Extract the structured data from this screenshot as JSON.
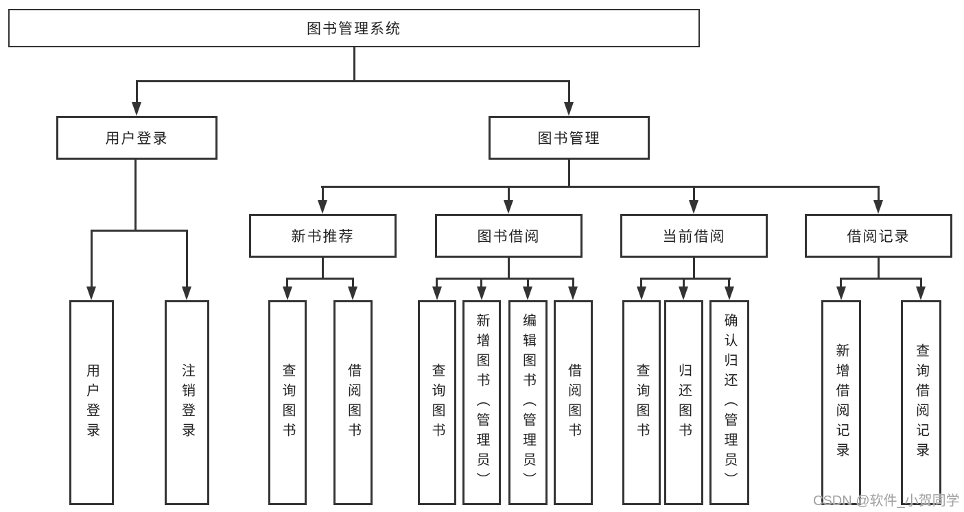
{
  "colors": {
    "line": "#333333",
    "text": "#222222",
    "background": "#ffffff",
    "watermark": "#a0a0a0"
  },
  "tree": {
    "root": "图书管理系统",
    "branches": [
      {
        "label": "用户登录",
        "children": [
          "用户登录",
          "注销登录"
        ]
      },
      {
        "label": "图书管理",
        "groups": [
          {
            "label": "新书推荐",
            "children": [
              "查询图书",
              "借阅图书"
            ]
          },
          {
            "label": "图书借阅",
            "children": [
              "查询图书",
              "新增图书（管理员）",
              "编辑图书（管理员）",
              "借阅图书"
            ]
          },
          {
            "label": "当前借阅",
            "children": [
              "查询图书",
              "归还图书",
              "确认归还（管理员）"
            ]
          },
          {
            "label": "借阅记录",
            "children": [
              "新增借阅记录",
              "查询借阅记录"
            ]
          }
        ]
      }
    ]
  },
  "watermark": "CSDN @软件_小贺同学"
}
